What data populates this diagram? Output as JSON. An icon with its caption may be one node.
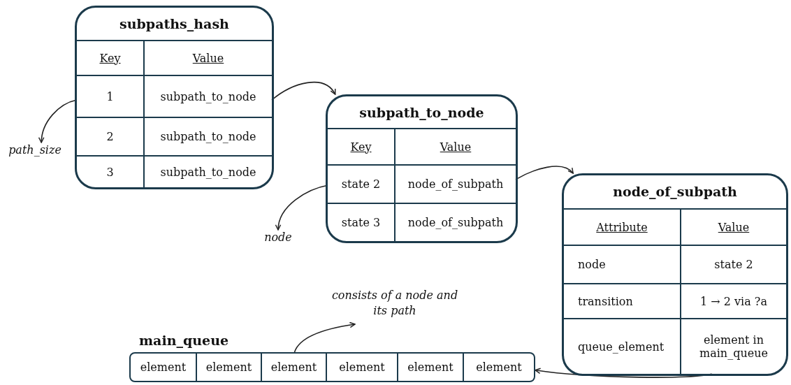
{
  "diagram": {
    "nodes": [
      {
        "text": [
          "subpaths_hash"
        ]
      },
      {
        "text": [
          "Key"
        ],
        "in": 0
      },
      {
        "text": [
          "Value"
        ],
        "in": 0
      },
      {
        "text": [
          "1"
        ],
        "in": 0
      },
      {
        "text": [
          "subpath_to_node"
        ],
        "in": 0
      },
      {
        "text": [
          "2"
        ],
        "in": 0
      },
      {
        "text": [
          "subpath_to_node"
        ],
        "in": 0
      },
      {
        "text": [
          "3"
        ],
        "in": 0
      },
      {
        "text": [
          "subpath_to_node"
        ],
        "in": 0
      },
      {
        "text": [
          "path_size"
        ]
      },
      {
        "text": [
          "subpath_to_node"
        ]
      },
      {
        "text": [
          "Key"
        ],
        "in": 10
      },
      {
        "text": [
          "Value"
        ],
        "in": 10
      },
      {
        "text": [
          "state 2"
        ],
        "in": 10
      },
      {
        "text": [
          "node_of_subpath"
        ],
        "in": 10
      },
      {
        "text": [
          "state 3"
        ],
        "in": 10
      },
      {
        "text": [
          "node_of_subpath"
        ],
        "in": 10
      },
      {
        "text": [
          "node"
        ]
      },
      {
        "text": [
          "node_of_subpath"
        ]
      },
      {
        "text": [
          "Attribute"
        ],
        "in": 18
      },
      {
        "text": [
          "Value"
        ],
        "in": 18
      },
      {
        "text": [
          "node"
        ],
        "in": 18
      },
      {
        "text": [
          "state 2"
        ],
        "in": 18
      },
      {
        "text": [
          "transition"
        ],
        "in": 18
      },
      {
        "text": [
          "1 → 2 via ?a"
        ],
        "in": 18
      },
      {
        "text": [
          "queue_element"
        ],
        "in": 18
      },
      {
        "text": [
          "element in main_queue"
        ],
        "in": 18
      },
      {
        "text": [
          "consists of a node and its path"
        ]
      },
      {
        "text": [
          "main_queue"
        ]
      },
      {
        "text": [
          "element"
        ],
        "in": 28
      },
      {
        "text": [
          "element"
        ],
        "in": 28
      },
      {
        "text": [
          "element"
        ],
        "in": 28
      },
      {
        "text": [
          "element"
        ],
        "in": 28
      },
      {
        "text": [
          "element"
        ],
        "in": 28
      },
      {
        "text": [
          "element"
        ],
        "in": 28
      }
    ],
    "edges": [
      {
        "from": 4,
        "to": 10,
        "arrow": "to"
      },
      {
        "from": 3,
        "to": 9,
        "arrow": "to"
      },
      {
        "from": 14,
        "to": 18,
        "arrow": "to"
      },
      {
        "from": 13,
        "to": 17,
        "arrow": "to"
      },
      {
        "from": 26,
        "to": 34,
        "arrow": "to"
      },
      {
        "from": 31,
        "to": 27,
        "arrow": "to"
      }
    ]
  }
}
